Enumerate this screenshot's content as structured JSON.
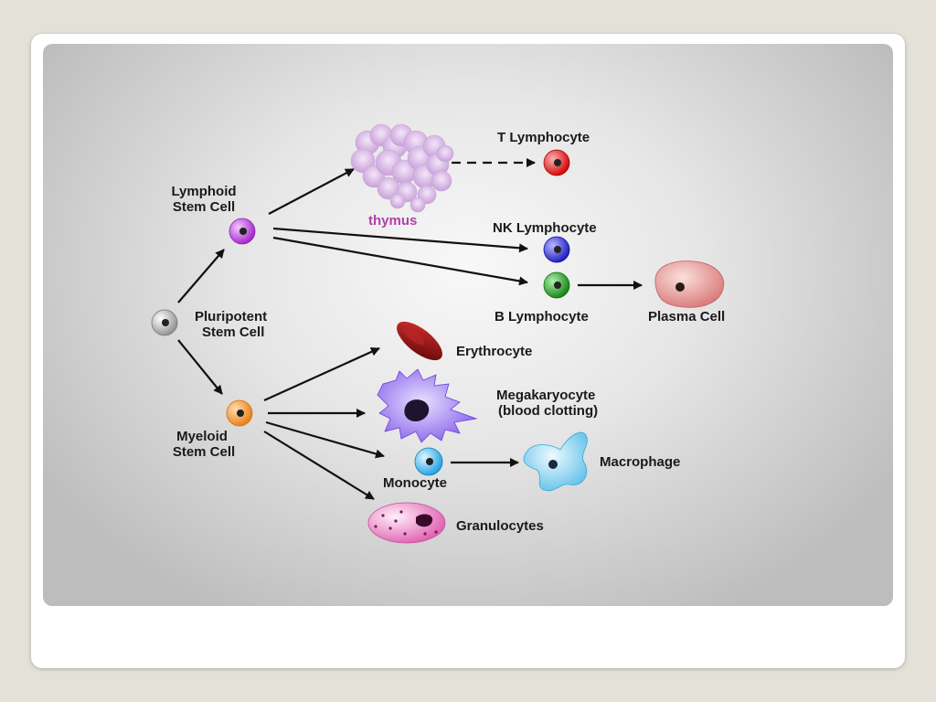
{
  "diagram": {
    "labels": {
      "lymphoid_line1": "Lymphoid",
      "lymphoid_line2": "Stem Cell",
      "pluripotent_line1": "Pluripotent",
      "pluripotent_line2": "Stem Cell",
      "myeloid_line1": "Myeloid",
      "myeloid_line2": "Stem Cell",
      "thymus": "thymus",
      "t_lymphocyte": "T Lymphocyte",
      "nk_lymphocyte": "NK Lymphocyte",
      "b_lymphocyte": "B Lymphocyte",
      "plasma_cell": "Plasma Cell",
      "erythrocyte": "Erythrocyte",
      "megakaryocyte_line1": "Megakaryocyte",
      "megakaryocyte_line2": "(blood clotting)",
      "monocyte": "Monocyte",
      "macrophage": "Macrophage",
      "granulocytes": "Granulocytes"
    },
    "colors": {
      "pluripotent": "#a8a8a8",
      "lymphoid": "#c040e0",
      "myeloid": "#f59a2c",
      "t_lymphocyte": "#e52020",
      "nk_lymphocyte": "#3a3ae0",
      "b_lymphocyte": "#1ea31e",
      "plasma_cell": "#e89a9a",
      "erythrocyte": "#9e1010",
      "megakaryocyte": "#9a7af0",
      "monocyte": "#38b6f0",
      "macrophage": "#7fd0f2",
      "granulocytes": "#f07ac8",
      "thymus": "#dcc0e8"
    }
  }
}
